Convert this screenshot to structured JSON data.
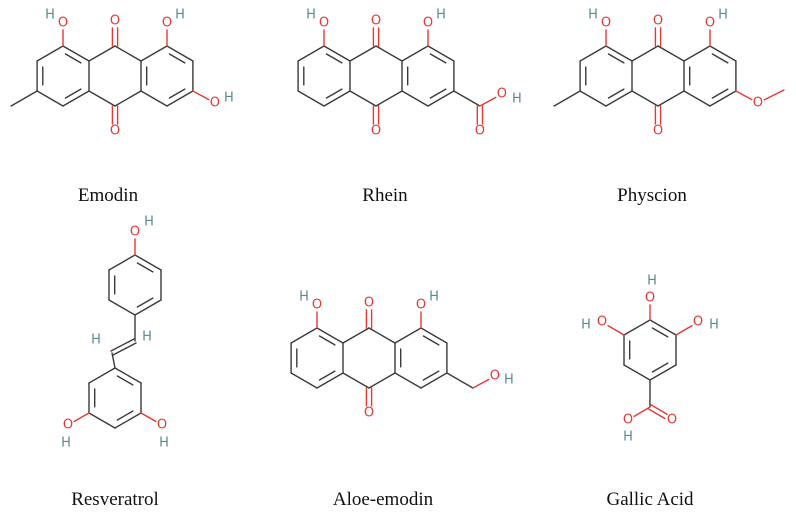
{
  "compounds": [
    {
      "name": "Emodin"
    },
    {
      "name": "Rhein"
    },
    {
      "name": "Physcion"
    },
    {
      "name": "Resveratrol"
    },
    {
      "name": "Aloe-emodin"
    },
    {
      "name": "Gallic Acid"
    }
  ],
  "atom_labels": {
    "oxygen": "O",
    "hydrogen": "H"
  },
  "colors": {
    "bond": "#3a3a3a",
    "oxygen": "#e53935",
    "hydrogen": "#5b8a8f",
    "text": "#111111"
  }
}
